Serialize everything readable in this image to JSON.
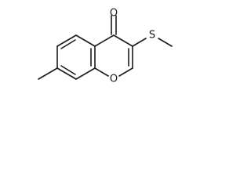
{
  "molecule": {
    "atoms": {
      "carbonyl_oxygen": "O",
      "ring_oxygen": "O",
      "sulfur": "S"
    }
  }
}
